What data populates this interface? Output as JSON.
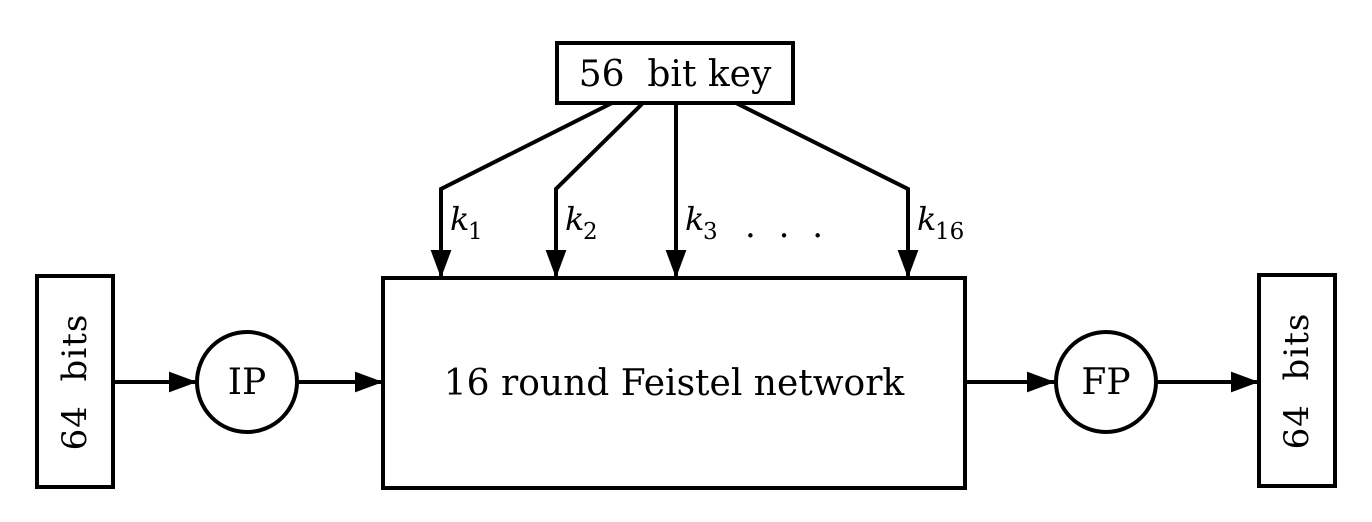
{
  "key_box": {
    "label": "56  bit key"
  },
  "round_keys": {
    "items": [
      {
        "base": "k",
        "sub": "1"
      },
      {
        "base": "k",
        "sub": "2"
      },
      {
        "base": "k",
        "sub": "3"
      },
      {
        "base": "k",
        "sub": "16"
      }
    ],
    "ellipsis": ". . ."
  },
  "feistel_box": {
    "label": "16 round Feistel network"
  },
  "input_box": {
    "label": "64  bits"
  },
  "output_box": {
    "label": "64  bits"
  },
  "ip_node": {
    "label": "IP"
  },
  "fp_node": {
    "label": "FP"
  },
  "colors": {
    "stroke": "#000000",
    "feistel_fill": "#e6e6e6",
    "background": "#ffffff"
  }
}
